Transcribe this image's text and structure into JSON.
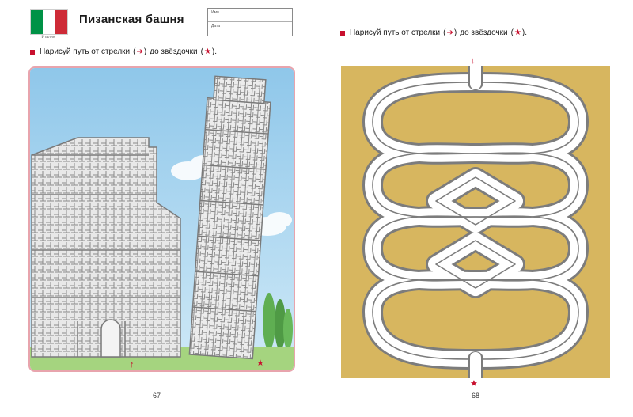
{
  "left_page": {
    "flag": {
      "colors": [
        "#009246",
        "#ffffff",
        "#ce2b37"
      ],
      "icon": "italy-flag-icon"
    },
    "country_label": "Италия",
    "title": "Пизанская башня",
    "name_box": {
      "name_label": "Имя",
      "date_label": "Дата"
    },
    "instruction": {
      "prefix": "Нарисуй путь от стрелки",
      "arrow": "➔",
      "middle": "до звёздочки",
      "star": "★"
    },
    "illustration": {
      "subject": "leaning-tower-maze",
      "sky_color": "#a9d6f0",
      "grass_color": "#9fd07a"
    },
    "page_number": "67"
  },
  "right_page": {
    "instruction": {
      "prefix": "Нарисуй путь от стрелки",
      "arrow": "➔",
      "middle": "до звёздочки",
      "star": "★"
    },
    "maze": {
      "background": "#d7b65f",
      "path_color": "#ffffff",
      "wall_color": "#7c7c7c"
    },
    "start_marker": "↓",
    "end_marker": "★",
    "page_number": "68"
  },
  "colors": {
    "accent": "#c8102e",
    "frame_pink": "#e8a4ad"
  }
}
